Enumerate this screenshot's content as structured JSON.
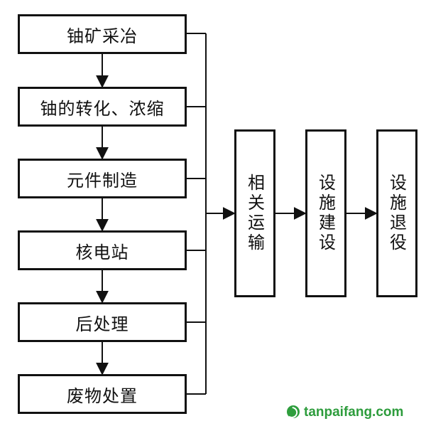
{
  "steps": [
    "铀矿采冶",
    "铀的转化、浓缩",
    "元件制造",
    "核电站",
    "后处理",
    "废物处置"
  ],
  "right_steps": [
    "相关运输",
    "设施建设",
    "设施退役"
  ],
  "watermark": {
    "text": "tanpaifang.com",
    "color": "#2d9c3c"
  }
}
